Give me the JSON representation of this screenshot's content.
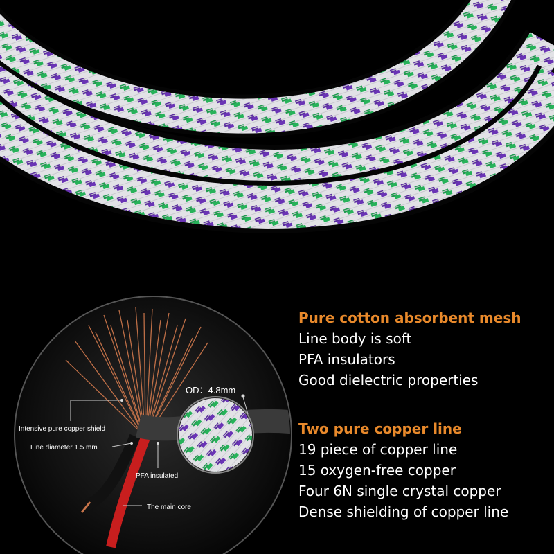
{
  "colors": {
    "background": "#000000",
    "heading": "#e8892b",
    "text": "#ffffff",
    "braid_white": "#e2e2e6",
    "braid_purple": "#5b2e9e",
    "braid_green": "#1f9a4e",
    "copper": "#c8744a",
    "jacket_red": "#c81e1e"
  },
  "features": [
    {
      "heading": "Pure cotton absorbent mesh",
      "lines": [
        "Line body is soft",
        "PFA insulators",
        "Good dielectric properties"
      ]
    },
    {
      "heading": "Two pure copper line",
      "lines": [
        "19 piece of copper line",
        "15 oxygen-free copper",
        "Four 6N single crystal copper",
        "Dense shielding of copper line"
      ]
    }
  ],
  "diagram": {
    "od_label": "OD：4.8mm",
    "callouts": {
      "shield": "Intensive pure copper shield",
      "diameter": "Line diameter 1.5 mm",
      "insulated": "PFA insulated",
      "core": "The main core"
    }
  }
}
